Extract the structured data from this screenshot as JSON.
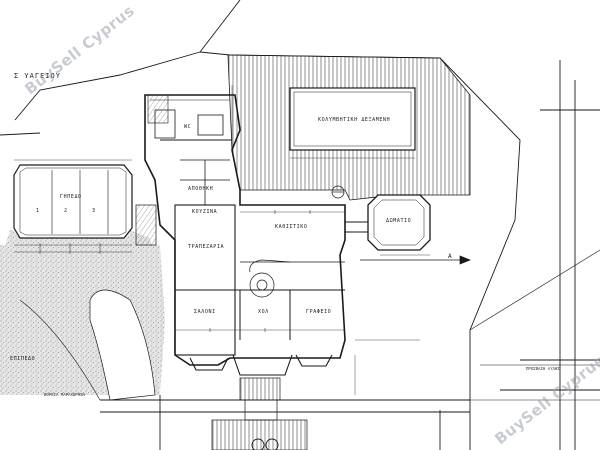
{
  "labels": {
    "street": "Σ ΥΑΓΕΙΟΥ",
    "pool": "ΚΟΛΥΜΒΗΤΙΚΗ ΔΕΞΑΜΕΝΗ",
    "court": "ΓΗΠΕΔΟ",
    "storage": "ΑΠΟΘΗΚΗ",
    "service_room": "ΚΟΥΖΙΝΑ",
    "kitchen": "ΤΡΑΠΕΖΑΡΙΑ",
    "living": "ΚΑΘΙΣΤΙΚΟ",
    "room": "ΔΩΜΑΤΙΟ",
    "salon": "ΣΑΛΟΝΙ",
    "hall": "ΧΟΛ",
    "office": "ΓΡΑΦΕΙΟ",
    "wc": "WC",
    "court_num_1": "1",
    "court_num_2": "2",
    "court_num_3": "3",
    "section_a": "A",
    "level_left": "ΕΠΙΠΕΔΟ",
    "bottom_note": "ΒΟΡΕΙΑ ΠΑΡΑΧΩΡΗΣΗ",
    "right_note": "ΠΡΟΣΒΑΣΗ ΑΥΛΗΣ"
  },
  "watermark": {
    "text_top": "BuySell Cyprus",
    "text_bottom": "BuySell Cyprus"
  },
  "colors": {
    "line": "#1a1a1a",
    "hatch": "#555555",
    "stipple": "#8a8a8a",
    "watermark": "#9aa3ad"
  }
}
